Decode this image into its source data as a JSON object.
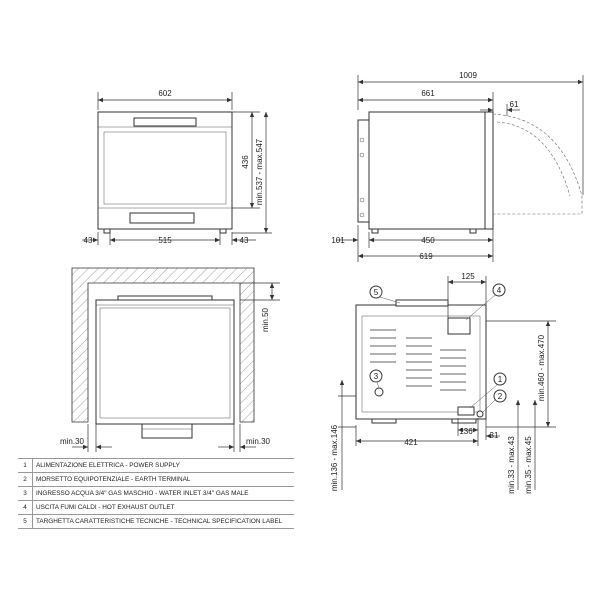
{
  "front_view": {
    "width_label": "602",
    "height_label": "436",
    "height_range_label": "min.537 - max.547",
    "side_left_label": "43",
    "inner_width_label": "515",
    "side_right_label": "43"
  },
  "side_view": {
    "total_depth_label": "1009",
    "body_depth_label": "661",
    "handle_label": "61",
    "front_label": "101",
    "inner_depth_label": "450",
    "overall_label": "619"
  },
  "niche_view": {
    "top_clearance_label": "min.50",
    "left_clearance_label": "min.30",
    "right_clearance_label": "min.30"
  },
  "rear_view": {
    "connection_offset_label": "125",
    "height_range_label": "min.460 - max.470",
    "left_height_label": "min.136 - max.146",
    "width_label": "421",
    "offset_136_label": "136",
    "offset_31_label": "31",
    "min33_label": "min.33 - max.43",
    "min35_label": "min.35 - max.45",
    "callouts": [
      "1",
      "2",
      "3",
      "4",
      "5"
    ]
  },
  "legend": [
    {
      "num": "1",
      "text": "ALIMENTAZIONE ELETTRICA - POWER SUPPLY"
    },
    {
      "num": "2",
      "text": "MORSETTO EQUIPOTENZIALE - EARTH TERMINAL"
    },
    {
      "num": "3",
      "text": "INGRESSO ACQUA 3/4\" GAS MASCHIO - WATER INLET 3/4\" GAS MALE"
    },
    {
      "num": "4",
      "text": "USCITA FUMI CALDI - HOT EXHAUST OUTLET"
    },
    {
      "num": "5",
      "text": "TARGHETTA CARATTERISTICHE TECNICHE - TECHNICAL SPECIFICATION LABEL"
    }
  ]
}
